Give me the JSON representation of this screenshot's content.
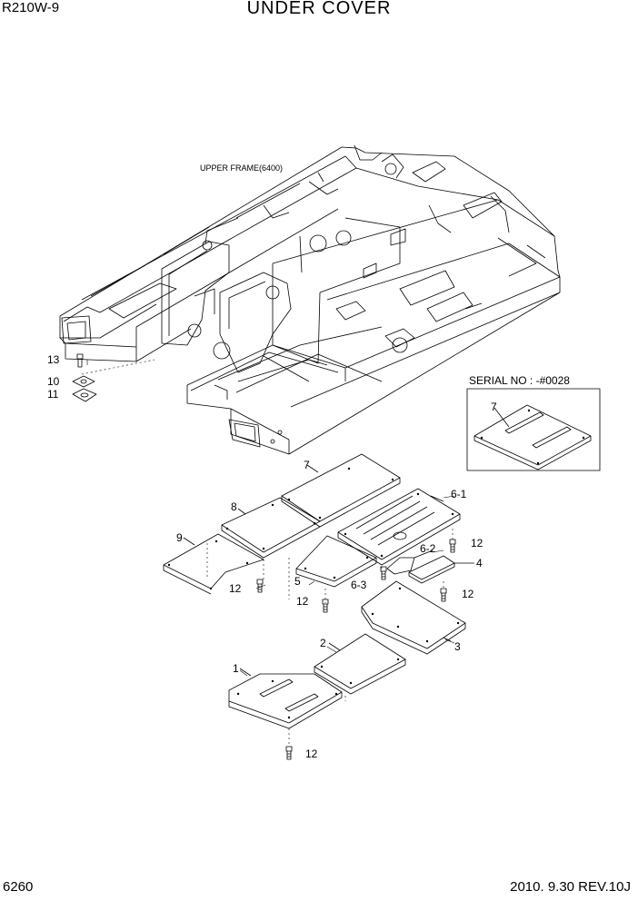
{
  "header": {
    "model": "R210W-9",
    "title": "UNDER COVER"
  },
  "footer": {
    "page_number": "6260",
    "revision": "2010. 9.30  REV.10J"
  },
  "frame_label": "UPPER FRAME(6400)",
  "serial_box": {
    "label": "SERIAL NO : -#0028",
    "part": "7"
  },
  "callouts": {
    "p1": "1",
    "p2": "2",
    "p3": "3",
    "p4": "4",
    "p5": "5",
    "p6_1": "6-1",
    "p6_2": "6-2",
    "p6_3": "6-3",
    "p7": "7",
    "p8": "8",
    "p9": "9",
    "p10": "10",
    "p11": "11",
    "p12": "12",
    "p13": "13"
  }
}
